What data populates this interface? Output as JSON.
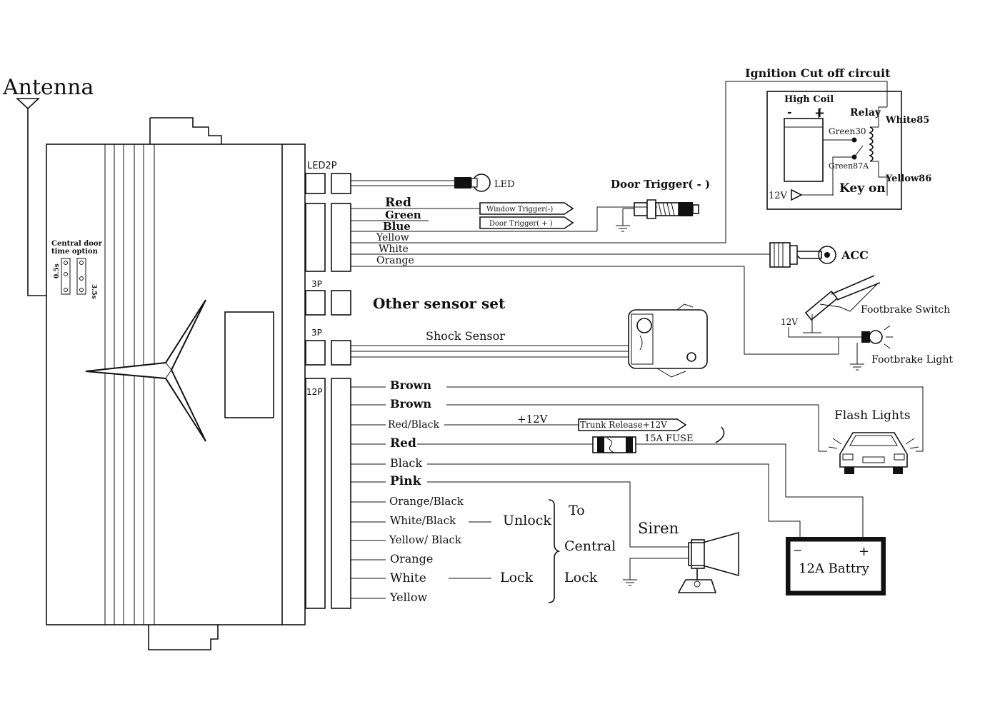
{
  "antenna": "Antenna",
  "central_door": {
    "line1": "Central door",
    "line2": "time option",
    "opt_a": "0.5s",
    "opt_b": "3.5s"
  },
  "connectors": {
    "led": "LED2P",
    "sensor": "3P",
    "shock": "3P",
    "main": "12P"
  },
  "top_wires": [
    "Red",
    "Green",
    "Blue",
    "Yellow",
    "White",
    "Orange"
  ],
  "window_trigger": "Window Trigger(-)",
  "door_trigger_tag": "Door Trigger( + )",
  "led_label": "LED",
  "door_trigger": "Door Trigger( - )",
  "ignition": {
    "title": "Ignition Cut off circuit",
    "high_coil": "High Coil",
    "minus": "-",
    "plus": "+",
    "relay": "Relay",
    "white85": "White85",
    "green30": "Green30",
    "green87a": "Green87A",
    "yellow86": "Yellow86",
    "key_on": "Key on",
    "v12": "12V"
  },
  "acc": "ACC",
  "other_sensor": "Other sensor set",
  "shock_sensor": "Shock Sensor",
  "footbrake_switch": "Footbrake Switch",
  "footbrake_light": "Footbrake Light",
  "fb_12v": "12V",
  "main_wires": [
    "Brown",
    "Brown",
    "Red/Black",
    "Red",
    "Black",
    "Pink",
    "Orange/Black",
    "White/Black",
    "Yellow/ Black",
    "Orange",
    "White",
    "Yellow"
  ],
  "plus12v": "+12V",
  "trunk_release": "Trunk Release+12V",
  "fuse": "15A FUSE",
  "flash_lights": "Flash Lights",
  "siren": "Siren",
  "battery": {
    "label": "12A Battry",
    "minus": "−",
    "plus": "+"
  },
  "unlock": "Unlock",
  "lock": "Lock",
  "to_central": [
    "To",
    "Central",
    "Lock"
  ]
}
